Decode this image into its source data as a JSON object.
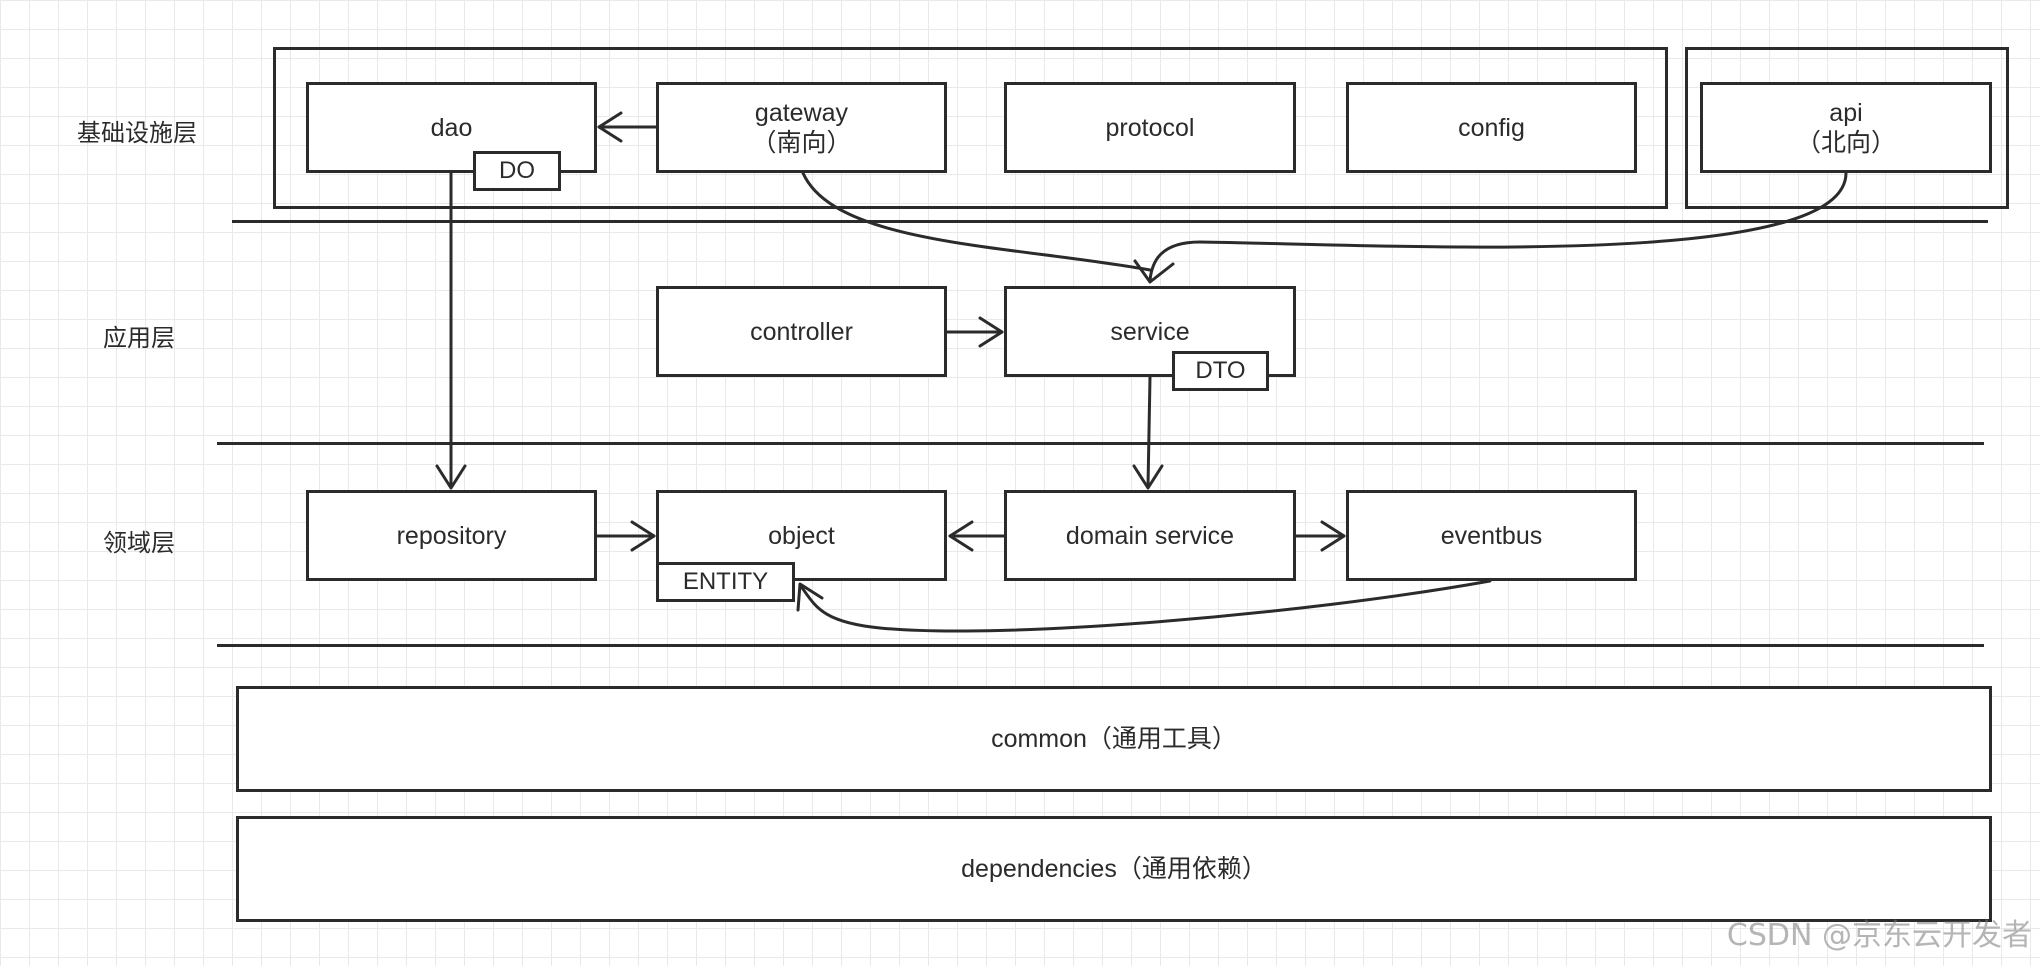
{
  "layers": {
    "infrastructure": "基础设施层",
    "application": "应用层",
    "domain": "领域层"
  },
  "boxes": {
    "dao": "dao",
    "gateway": "gateway\n（南向）",
    "protocol": "protocol",
    "config": "config",
    "api": "api\n（北向）",
    "controller": "controller",
    "service": "service",
    "repository": "repository",
    "object": "object",
    "domain_service": "domain service",
    "eventbus": "eventbus",
    "common": "common（通用工具）",
    "dependencies": "dependencies（通用依赖）"
  },
  "tags": {
    "do": "DO",
    "dto": "DTO",
    "entity": "ENTITY"
  },
  "watermark": "CSDN @京东云开发者",
  "colors": {
    "stroke": "#2b2b2b",
    "grid": "#e9e9e9",
    "background": "#ffffff"
  }
}
